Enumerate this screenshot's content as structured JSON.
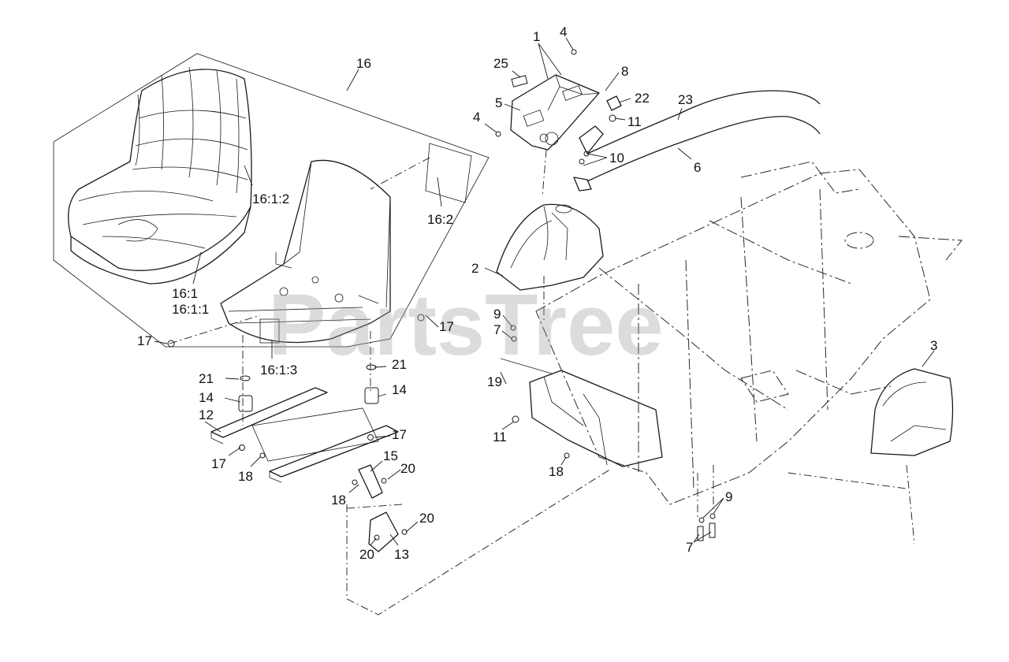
{
  "watermark": "PartsTree",
  "callouts": [
    {
      "id": "c16",
      "text": "16"
    },
    {
      "id": "c16-1-2",
      "text": "16:1:2"
    },
    {
      "id": "c16-2",
      "text": "16:2"
    },
    {
      "id": "c16-1",
      "text": "16:1"
    },
    {
      "id": "c16-1-1",
      "text": "16:1:1"
    },
    {
      "id": "c16-1-3",
      "text": "16:1:3"
    },
    {
      "id": "c17a",
      "text": "17"
    },
    {
      "id": "c17b",
      "text": "17"
    },
    {
      "id": "c17c",
      "text": "17"
    },
    {
      "id": "c17d",
      "text": "17"
    },
    {
      "id": "c21a",
      "text": "21"
    },
    {
      "id": "c21b",
      "text": "21"
    },
    {
      "id": "c14a",
      "text": "14"
    },
    {
      "id": "c14b",
      "text": "14"
    },
    {
      "id": "c12",
      "text": "12"
    },
    {
      "id": "c18a",
      "text": "18"
    },
    {
      "id": "c18b",
      "text": "18"
    },
    {
      "id": "c18c",
      "text": "18"
    },
    {
      "id": "c15",
      "text": "15"
    },
    {
      "id": "c20a",
      "text": "20"
    },
    {
      "id": "c20b",
      "text": "20"
    },
    {
      "id": "c20c",
      "text": "20"
    },
    {
      "id": "c13",
      "text": "13"
    },
    {
      "id": "c1",
      "text": "1"
    },
    {
      "id": "c4a",
      "text": "4"
    },
    {
      "id": "c4b",
      "text": "4"
    },
    {
      "id": "c25",
      "text": "25"
    },
    {
      "id": "c8",
      "text": "8"
    },
    {
      "id": "c5",
      "text": "5"
    },
    {
      "id": "c22",
      "text": "22"
    },
    {
      "id": "c23",
      "text": "23"
    },
    {
      "id": "c11a",
      "text": "11"
    },
    {
      "id": "c11b",
      "text": "11"
    },
    {
      "id": "c10",
      "text": "10"
    },
    {
      "id": "c6",
      "text": "6"
    },
    {
      "id": "c2",
      "text": "2"
    },
    {
      "id": "c9a",
      "text": "9"
    },
    {
      "id": "c9b",
      "text": "9"
    },
    {
      "id": "c7a",
      "text": "7"
    },
    {
      "id": "c7b",
      "text": "7"
    },
    {
      "id": "c19",
      "text": "19"
    },
    {
      "id": "c3",
      "text": "3"
    }
  ]
}
